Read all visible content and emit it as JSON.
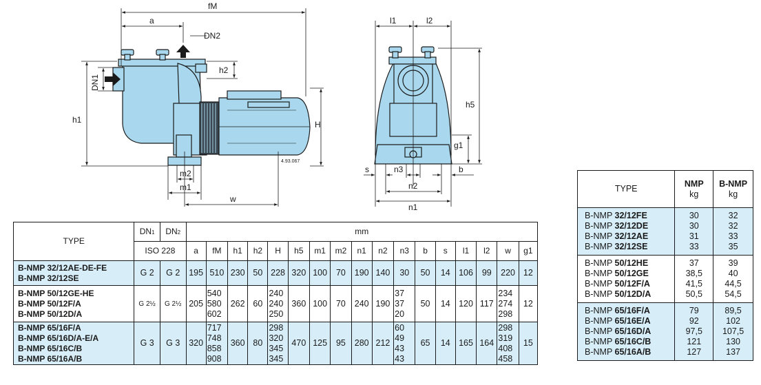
{
  "drawing": {
    "code": "4.93.067",
    "labels": {
      "fM": "fM",
      "a": "a",
      "DN2": "DN2",
      "DN1": "DN1",
      "h2": "h2",
      "h1": "h1",
      "H": "H",
      "m2": "m2",
      "m1": "m1",
      "w": "w",
      "l1": "l1",
      "l2": "l2",
      "h5": "h5",
      "g1": "g1",
      "s": "s",
      "n3": "n3",
      "b": "b",
      "n2": "n2",
      "n1": "n1"
    }
  },
  "dims_table": {
    "type_header": "TYPE",
    "dn1": "DN1",
    "dn2": "DN2",
    "iso": "ISO 228",
    "mm": "mm",
    "columns": [
      "a",
      "fM",
      "h1",
      "h2",
      "H",
      "h5",
      "m1",
      "m2",
      "n1",
      "n2",
      "n3",
      "b",
      "s",
      "l1",
      "l2",
      "w",
      "g1"
    ],
    "groups": [
      {
        "types": [
          "B-NMP 32/12AE-DE-FE",
          "B-NMP 32/12SE"
        ],
        "dn1": "G 2",
        "dn2": "G 2",
        "a": "195",
        "fM": [
          "510"
        ],
        "h1": "230",
        "h2": "50",
        "H": [
          "228"
        ],
        "h5": "320",
        "m1": "100",
        "m2": "70",
        "n1": "190",
        "n2": "140",
        "n3": [
          "30"
        ],
        "b": "50",
        "s": "14",
        "l1": "106",
        "l2": "99",
        "w": [
          "220"
        ],
        "g1": "12"
      },
      {
        "types": [
          "B-NMP 50/12GE-HE",
          "B-NMP 50/12F/A",
          "B-NMP 50/12D/A"
        ],
        "dn1": "G 2½",
        "dn2": "G 2½",
        "a": "205",
        "fM": [
          "540",
          "580",
          "602"
        ],
        "h1": "262",
        "h2": "60",
        "H": [
          "240",
          "240",
          "250"
        ],
        "h5": "360",
        "m1": "100",
        "m2": "70",
        "n1": "240",
        "n2": "190",
        "n3": [
          "37",
          "37",
          "20"
        ],
        "b": "50",
        "s": "14",
        "l1": "120",
        "l2": "117",
        "w": [
          "234",
          "274",
          "298"
        ],
        "g1": "12"
      },
      {
        "types": [
          "B-NMP 65/16F/A",
          "B-NMP 65/16D/A-E/A",
          "B-NMP 65/16C/B",
          "B-NMP 65/16A/B"
        ],
        "dn1": "G 3",
        "dn2": "G 3",
        "a": "320",
        "fM": [
          "717",
          "748",
          "858",
          "908"
        ],
        "h1": "360",
        "h2": "80",
        "H": [
          "298",
          "320",
          "345",
          "345"
        ],
        "h5": "470",
        "m1": "125",
        "m2": "95",
        "n1": "280",
        "n2": "212",
        "n3": [
          "60",
          "49",
          "43",
          "43"
        ],
        "b": "65",
        "s": "14",
        "l1": "165",
        "l2": "164",
        "w": [
          "298",
          "319",
          "408",
          "458"
        ],
        "g1": "15"
      }
    ]
  },
  "weights_table": {
    "type_header": "TYPE",
    "nmp_header": "NMP",
    "bnmp_header": "B-NMP",
    "unit": "kg",
    "groups": [
      {
        "rows": [
          {
            "type": "B-NMP 32/12FE",
            "nmp": "30",
            "bnmp": "32"
          },
          {
            "type": "B-NMP 32/12DE",
            "nmp": "30",
            "bnmp": "32"
          },
          {
            "type": "B-NMP 32/12AE",
            "nmp": "31",
            "bnmp": "33"
          },
          {
            "type": "B-NMP 32/12SE",
            "nmp": "33",
            "bnmp": "35"
          }
        ]
      },
      {
        "rows": [
          {
            "type": "B-NMP 50/12HE",
            "nmp": "37",
            "bnmp": "39"
          },
          {
            "type": "B-NMP 50/12GE",
            "nmp": "38,5",
            "bnmp": "40"
          },
          {
            "type": "B-NMP 50/12F/A",
            "nmp": "41,5",
            "bnmp": "44,5"
          },
          {
            "type": "B-NMP 50/12D/A",
            "nmp": "50,5",
            "bnmp": "54,5"
          }
        ]
      },
      {
        "rows": [
          {
            "type": "B-NMP 65/16F/A",
            "nmp": "79",
            "bnmp": "89,5"
          },
          {
            "type": "B-NMP 65/16E/A",
            "nmp": "92",
            "bnmp": "102"
          },
          {
            "type": "B-NMP 65/16D/A",
            "nmp": "97,5",
            "bnmp": "107,5"
          },
          {
            "type": "B-NMP 65/16C/B",
            "nmp": "121",
            "bnmp": "130"
          },
          {
            "type": "B-NMP 65/16A/B",
            "nmp": "127",
            "bnmp": "137"
          }
        ]
      }
    ]
  },
  "colors": {
    "pump_fill": "#a9d8ee",
    "row_highlight": "#d7eef8",
    "line": "#1a1a1a"
  }
}
